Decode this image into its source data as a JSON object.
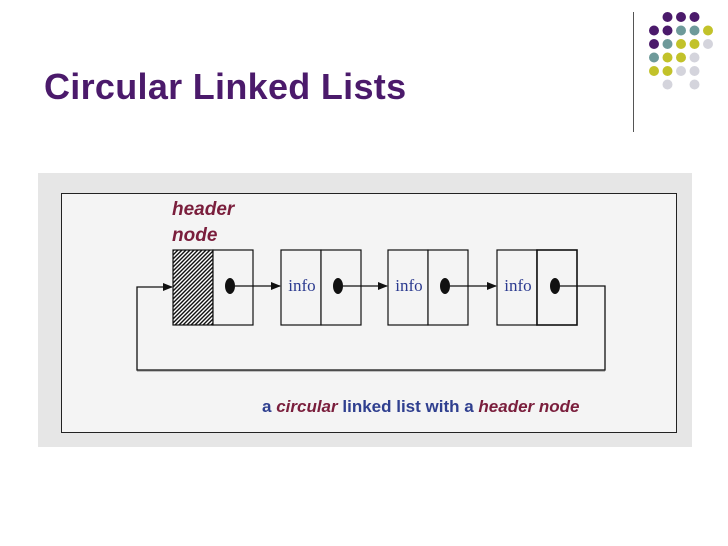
{
  "slide": {
    "title": "Circular Linked Lists"
  },
  "diagram": {
    "header_label_line1": "header",
    "header_label_line2": "node",
    "node_info_labels": [
      "info",
      "info",
      "info"
    ],
    "caption_a": "a",
    "caption_circular": "circular",
    "caption_mid": "linked list with a",
    "caption_header_node": "header node"
  },
  "colors": {
    "title": "#4b1a6b",
    "purple_dot": "#4b1a6b",
    "teal_dot": "#6e9a9a",
    "olive_dot": "#c2c22a",
    "grey_dot": "#d4d4dc",
    "caption_blue": "#2f3f8f",
    "caption_maroon": "#7a1e3c"
  },
  "decoration": {
    "dot_grid_icon": "dot-grid-icon"
  }
}
